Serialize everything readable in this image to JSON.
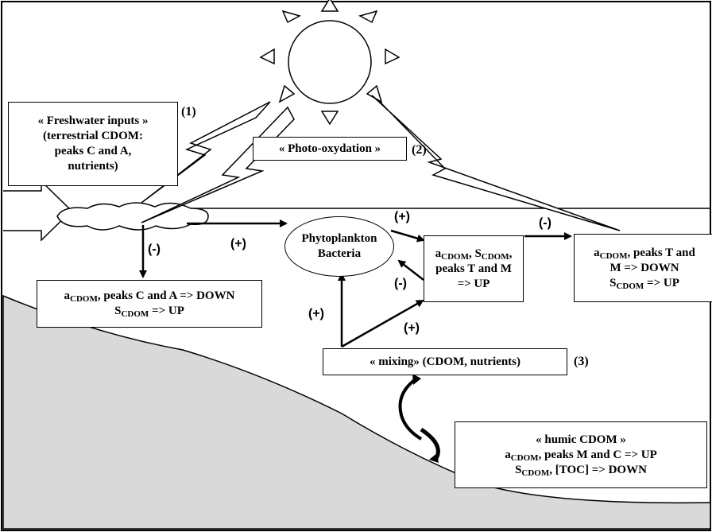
{
  "boxes": {
    "freshwater": {
      "line1": "« Freshwater inputs »",
      "line2": "(terrestrial CDOM:",
      "line3": "peaks C and A,",
      "line4": "nutrients)"
    },
    "photo": {
      "text": "« Photo-oxydation »"
    },
    "phyto": {
      "line1": "Phytoplankton",
      "line2": "Bacteria"
    },
    "freshwater_effect": {
      "a": "a",
      "cdom": "CDOM",
      "line1_rest": ", peaks C and A => DOWN",
      "s": "S",
      "cdom2": "CDOM",
      "line2_rest": " => UP"
    },
    "middle_effect": {
      "a": "a",
      "cdom": "CDOM",
      "sep": ", S",
      "cdom2": "CDOM",
      "comma": ",",
      "line2": "peaks T and M",
      "line3": "=> UP"
    },
    "right_effect": {
      "a": "a",
      "cdom": "CDOM",
      "line1_rest": ", peaks T and",
      "line2": "M => DOWN",
      "s": "S",
      "cdom2": "CDOM",
      "line3_rest": " => UP"
    },
    "mixing": {
      "text": "« mixing» (CDOM, nutrients)"
    },
    "humic": {
      "line1": "« humic CDOM »",
      "a": "a",
      "cdom": "CDOM",
      "line2_rest": ", peaks M and C => UP",
      "s": "S",
      "cdom2": "CDOM",
      "line3_rest": ", [TOC] => DOWN"
    }
  },
  "numbers": {
    "n1": "(1)",
    "n2": "(2)",
    "n3": "(3)"
  },
  "signs": {
    "fresh_down": "(-)",
    "to_phyto": "(+)",
    "phyto_to_mid": "(+)",
    "mid_to_phyto": "(-)",
    "mid_to_right": "(-)",
    "mix_up": "(+)",
    "mix_to_mid": "(+)"
  }
}
